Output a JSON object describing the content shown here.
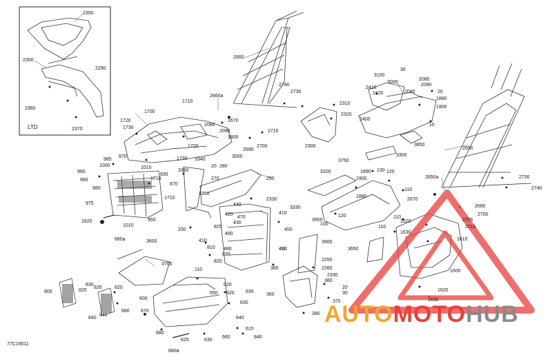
{
  "reference_code": "77C19011",
  "inset_label": "LTD",
  "watermark": {
    "part1": "AUTO",
    "part2": "MOTO",
    "part3": "HUB",
    "color_auto": "#f2a535",
    "color_moto": "#e8403b",
    "color_hub": "#8a8a8a"
  },
  "callouts": [
    "2350",
    "2300",
    "2290",
    "2360",
    "2370",
    "2660",
    "2740",
    "2730",
    "2660a",
    "2670",
    "2310",
    "2320",
    "3100",
    "30",
    "2410",
    "3000",
    "2420",
    "2080",
    "2090",
    "2085",
    "20",
    "1880",
    "1900",
    "10",
    "2400",
    "1710",
    "1700",
    "1720",
    "1730",
    "2080",
    "2090",
    "2710",
    "3800",
    "2690",
    "2700",
    "2300",
    "3850",
    "3300",
    "1720",
    "1730",
    "3550",
    "985",
    "870",
    "1000",
    "1010",
    "990",
    "966",
    "975",
    "980",
    "1710",
    "870",
    "835",
    "1710",
    "3360",
    "3340",
    "20",
    "280",
    "250",
    "270",
    "3350",
    "950",
    "1620",
    "1010",
    "680a",
    "3320",
    "3750",
    "1890",
    "130",
    "120",
    "1900",
    "2650",
    "2650a",
    "2730",
    "2740",
    "1880",
    "110",
    "2670",
    "2690",
    "2700",
    "440",
    "420",
    "430",
    "450",
    "470",
    "2330",
    "410",
    "200",
    "825",
    "490",
    "810",
    "480",
    "820",
    "830",
    "410",
    "3330",
    "120",
    "100",
    "110",
    "1620",
    "2715",
    "2705",
    "1610",
    "110",
    "1630",
    "1600",
    "1620",
    "1630",
    "3600",
    "3700",
    "410",
    "620",
    "620",
    "400",
    "3900",
    "3650",
    "2250",
    "2260",
    "380",
    "2330",
    "3950",
    "380",
    "360",
    "370",
    "20",
    "30",
    "380",
    "600",
    "110",
    "800",
    "830",
    "820",
    "826",
    "840",
    "845",
    "635",
    "650",
    "630",
    "620",
    "680",
    "640",
    "615",
    "840",
    "670",
    "660",
    "625",
    "630",
    "680",
    "880a"
  ]
}
